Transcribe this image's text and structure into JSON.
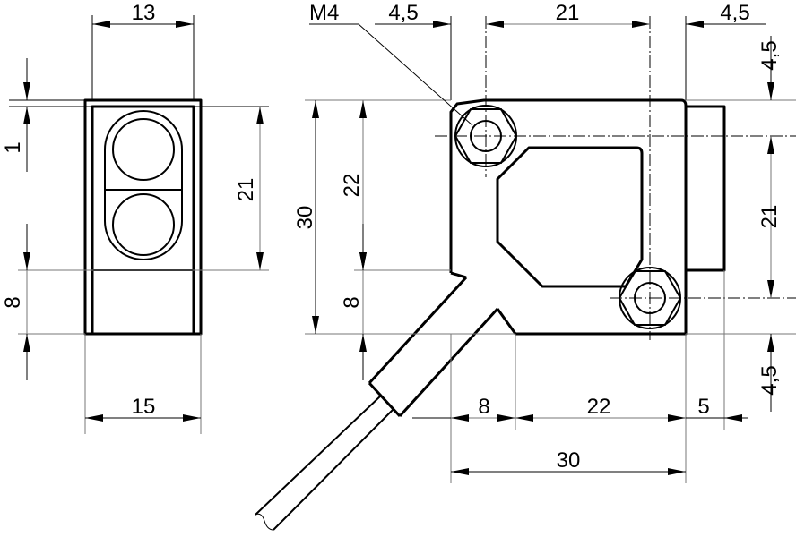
{
  "front_view": {
    "dims": {
      "width_top": "13",
      "offset": "1",
      "height_window": "21",
      "bottom": "8",
      "width_bottom": "15"
    }
  },
  "side_view": {
    "thread_label": "M4",
    "dims": {
      "top_left": "4,5",
      "top_mid": "21",
      "top_right": "4,5",
      "right_top": "4,5",
      "right_mid": "21",
      "right_bottom": "4,5",
      "left_total": "30",
      "left_upper": "22",
      "left_lower": "8",
      "bottom_left": "8",
      "bottom_mid": "22",
      "bottom_right": "5",
      "bottom_total": "30"
    }
  }
}
